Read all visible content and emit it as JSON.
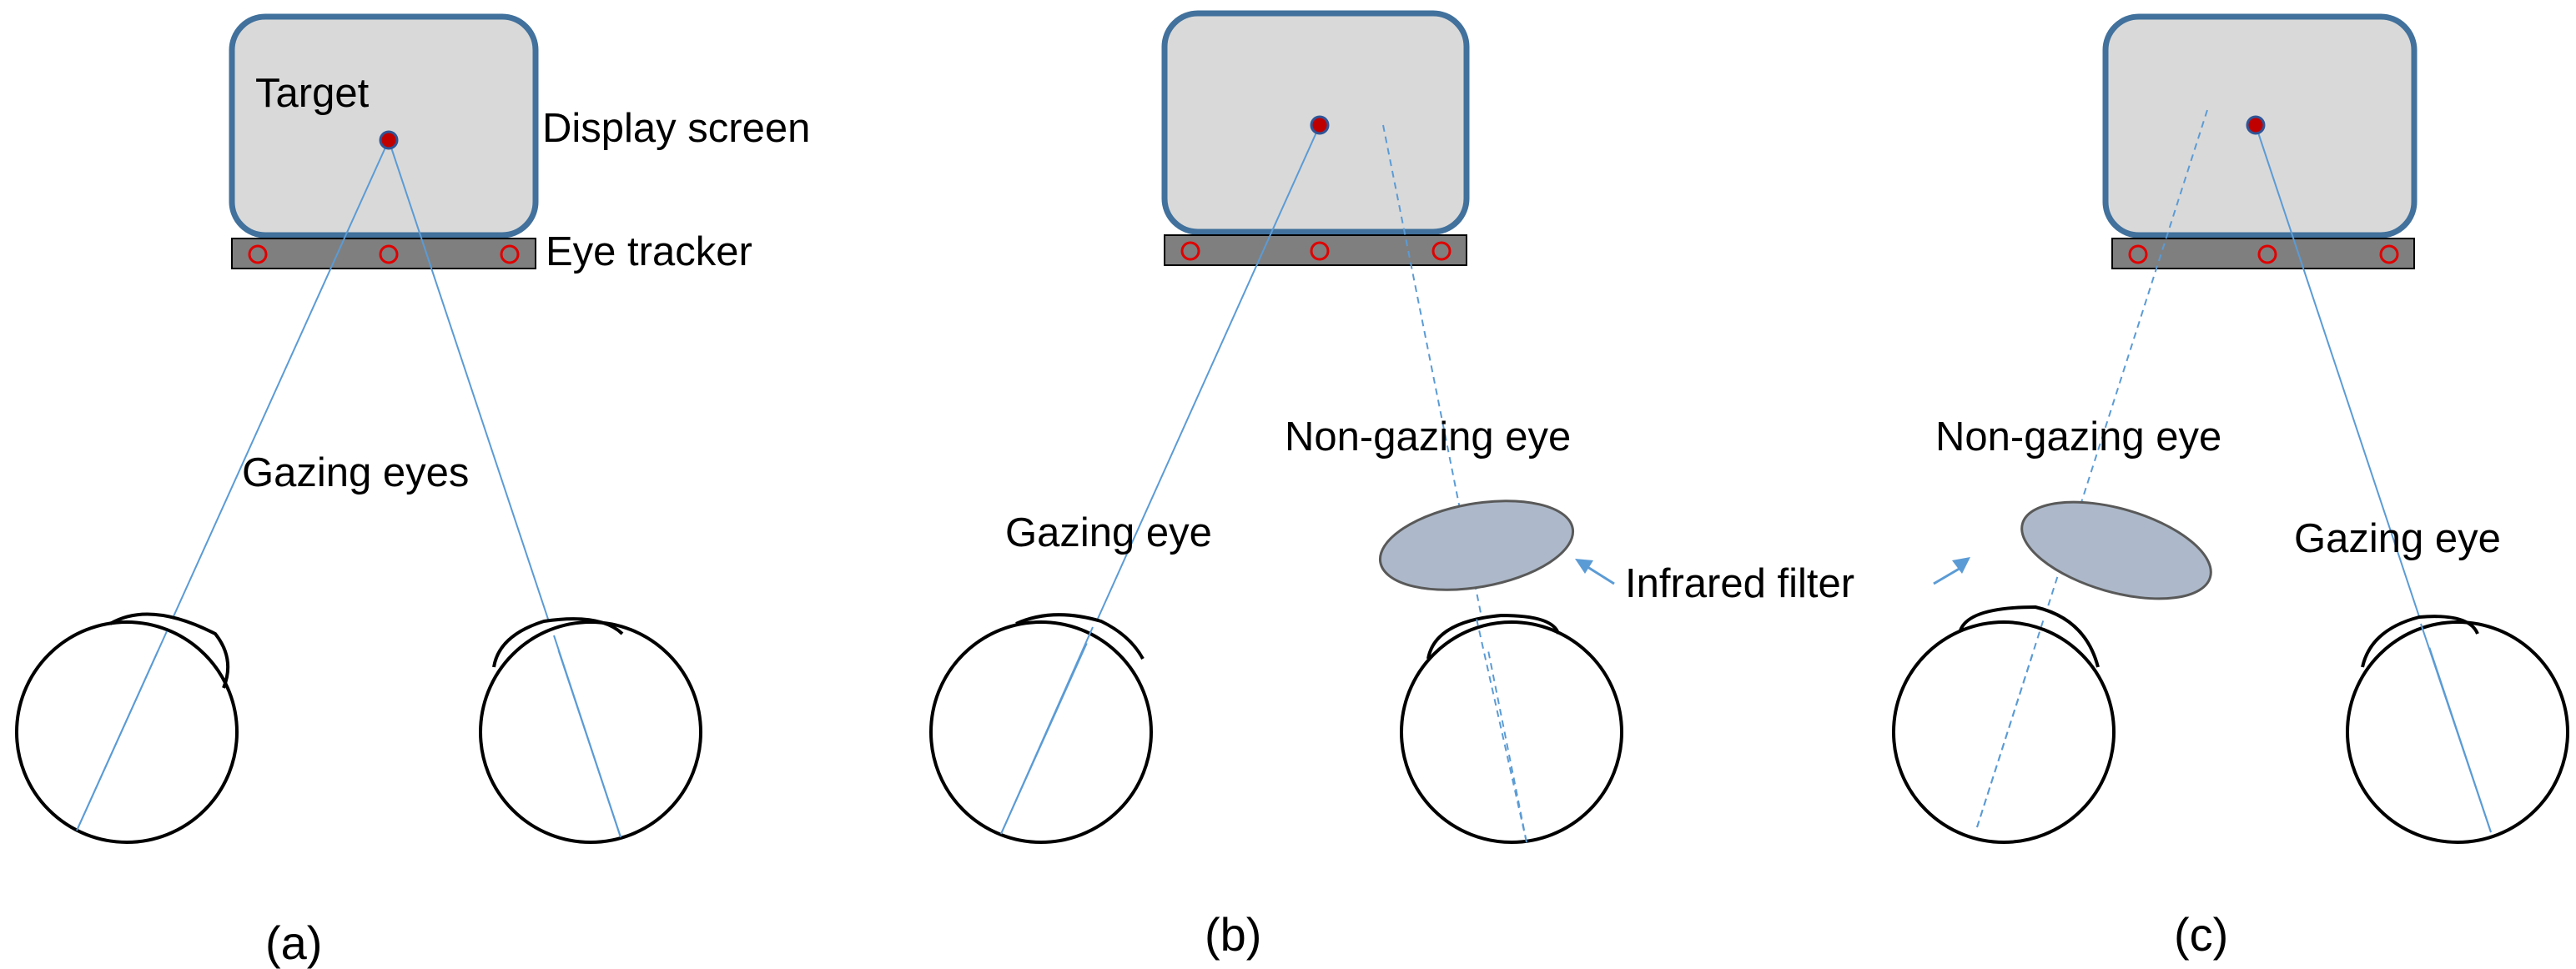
{
  "colors": {
    "screen_fill": "#d9d9d9",
    "screen_border": "#41719c",
    "tracker_fill": "#7f7f7f",
    "tracker_led": "#e00000",
    "target_dot": "#c00000",
    "target_dot_border": "#2f5597",
    "gaze_line": "#5b9bd5",
    "filter_fill": "#adb9ca",
    "filter_border": "#595959",
    "eye_stroke": "#000000"
  },
  "panel_a": {
    "target_label": "Target",
    "display_label": "Display screen",
    "tracker_label": "Eye tracker",
    "gaze_label": "Gazing eyes",
    "caption": "(a)"
  },
  "panel_b": {
    "gazing_label": "Gazing eye",
    "non_gazing_label": "Non-gazing eye",
    "filter_label": "Infrared filter",
    "caption": "(b)"
  },
  "panel_c": {
    "gazing_label": "Gazing eye",
    "non_gazing_label": "Non-gazing eye",
    "caption": "(c)"
  }
}
